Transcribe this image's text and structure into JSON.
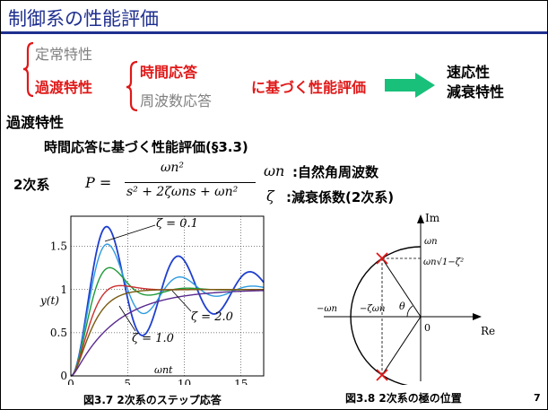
{
  "slide": {
    "title": "制御系の性能評価",
    "page_number": "7"
  },
  "classification": {
    "steady": "定常特性",
    "transient": "過渡特性",
    "time_response": "時間応答",
    "freq_response": "周波数応答",
    "evaluation": "に基づく性能評価",
    "speed": "速応性",
    "damping": "減衰特性"
  },
  "section": {
    "heading": "過渡特性",
    "subheading": "時間応答に基づく性能評価(§3.3)"
  },
  "formula": {
    "label": "2次系",
    "lhs": "P =",
    "numerator": "ωn²",
    "denominator": "s² + 2ζωns + ωn²",
    "wn_symbol": "ωn",
    "wn_desc": ":自然角周波数",
    "zeta_symbol": "ζ",
    "zeta_desc": ":減衰係数(2次系)"
  },
  "step_chart": {
    "caption": "図3.7 2次系のステップ応答",
    "ylabel": "y(t)",
    "xlabel": "ωnt",
    "annotations": [
      "ζ = 0.1",
      "ζ = 2.0",
      "ζ = 1.0"
    ]
  },
  "pole_plot": {
    "caption": "図3.8 2次系の極の位置",
    "im_label": "Im",
    "re_label": "Re",
    "wn_label": "ωn",
    "wn_sqrt_label": "ωn√1−ζ²",
    "neg_wn_label": "−ωn",
    "neg_zeta_wn_label": "−ζωn",
    "theta_label": "θ",
    "origin_label": "0"
  },
  "chart_data": {
    "type": "line",
    "x_range": [
      0,
      17
    ],
    "ylim": [
      0,
      1.85
    ],
    "x_ticks": [
      0,
      5,
      10,
      15
    ],
    "y_ticks": [
      0,
      0.5,
      1,
      1.5
    ],
    "grid": true,
    "series_zetas": [
      0.1,
      0.2,
      0.4,
      0.7,
      1.0,
      2.0
    ],
    "series_colors": [
      "#1f3fcf",
      "#2c9be0",
      "#1f9a3a",
      "#cc3030",
      "#7a5a10",
      "#5a2a90"
    ]
  }
}
